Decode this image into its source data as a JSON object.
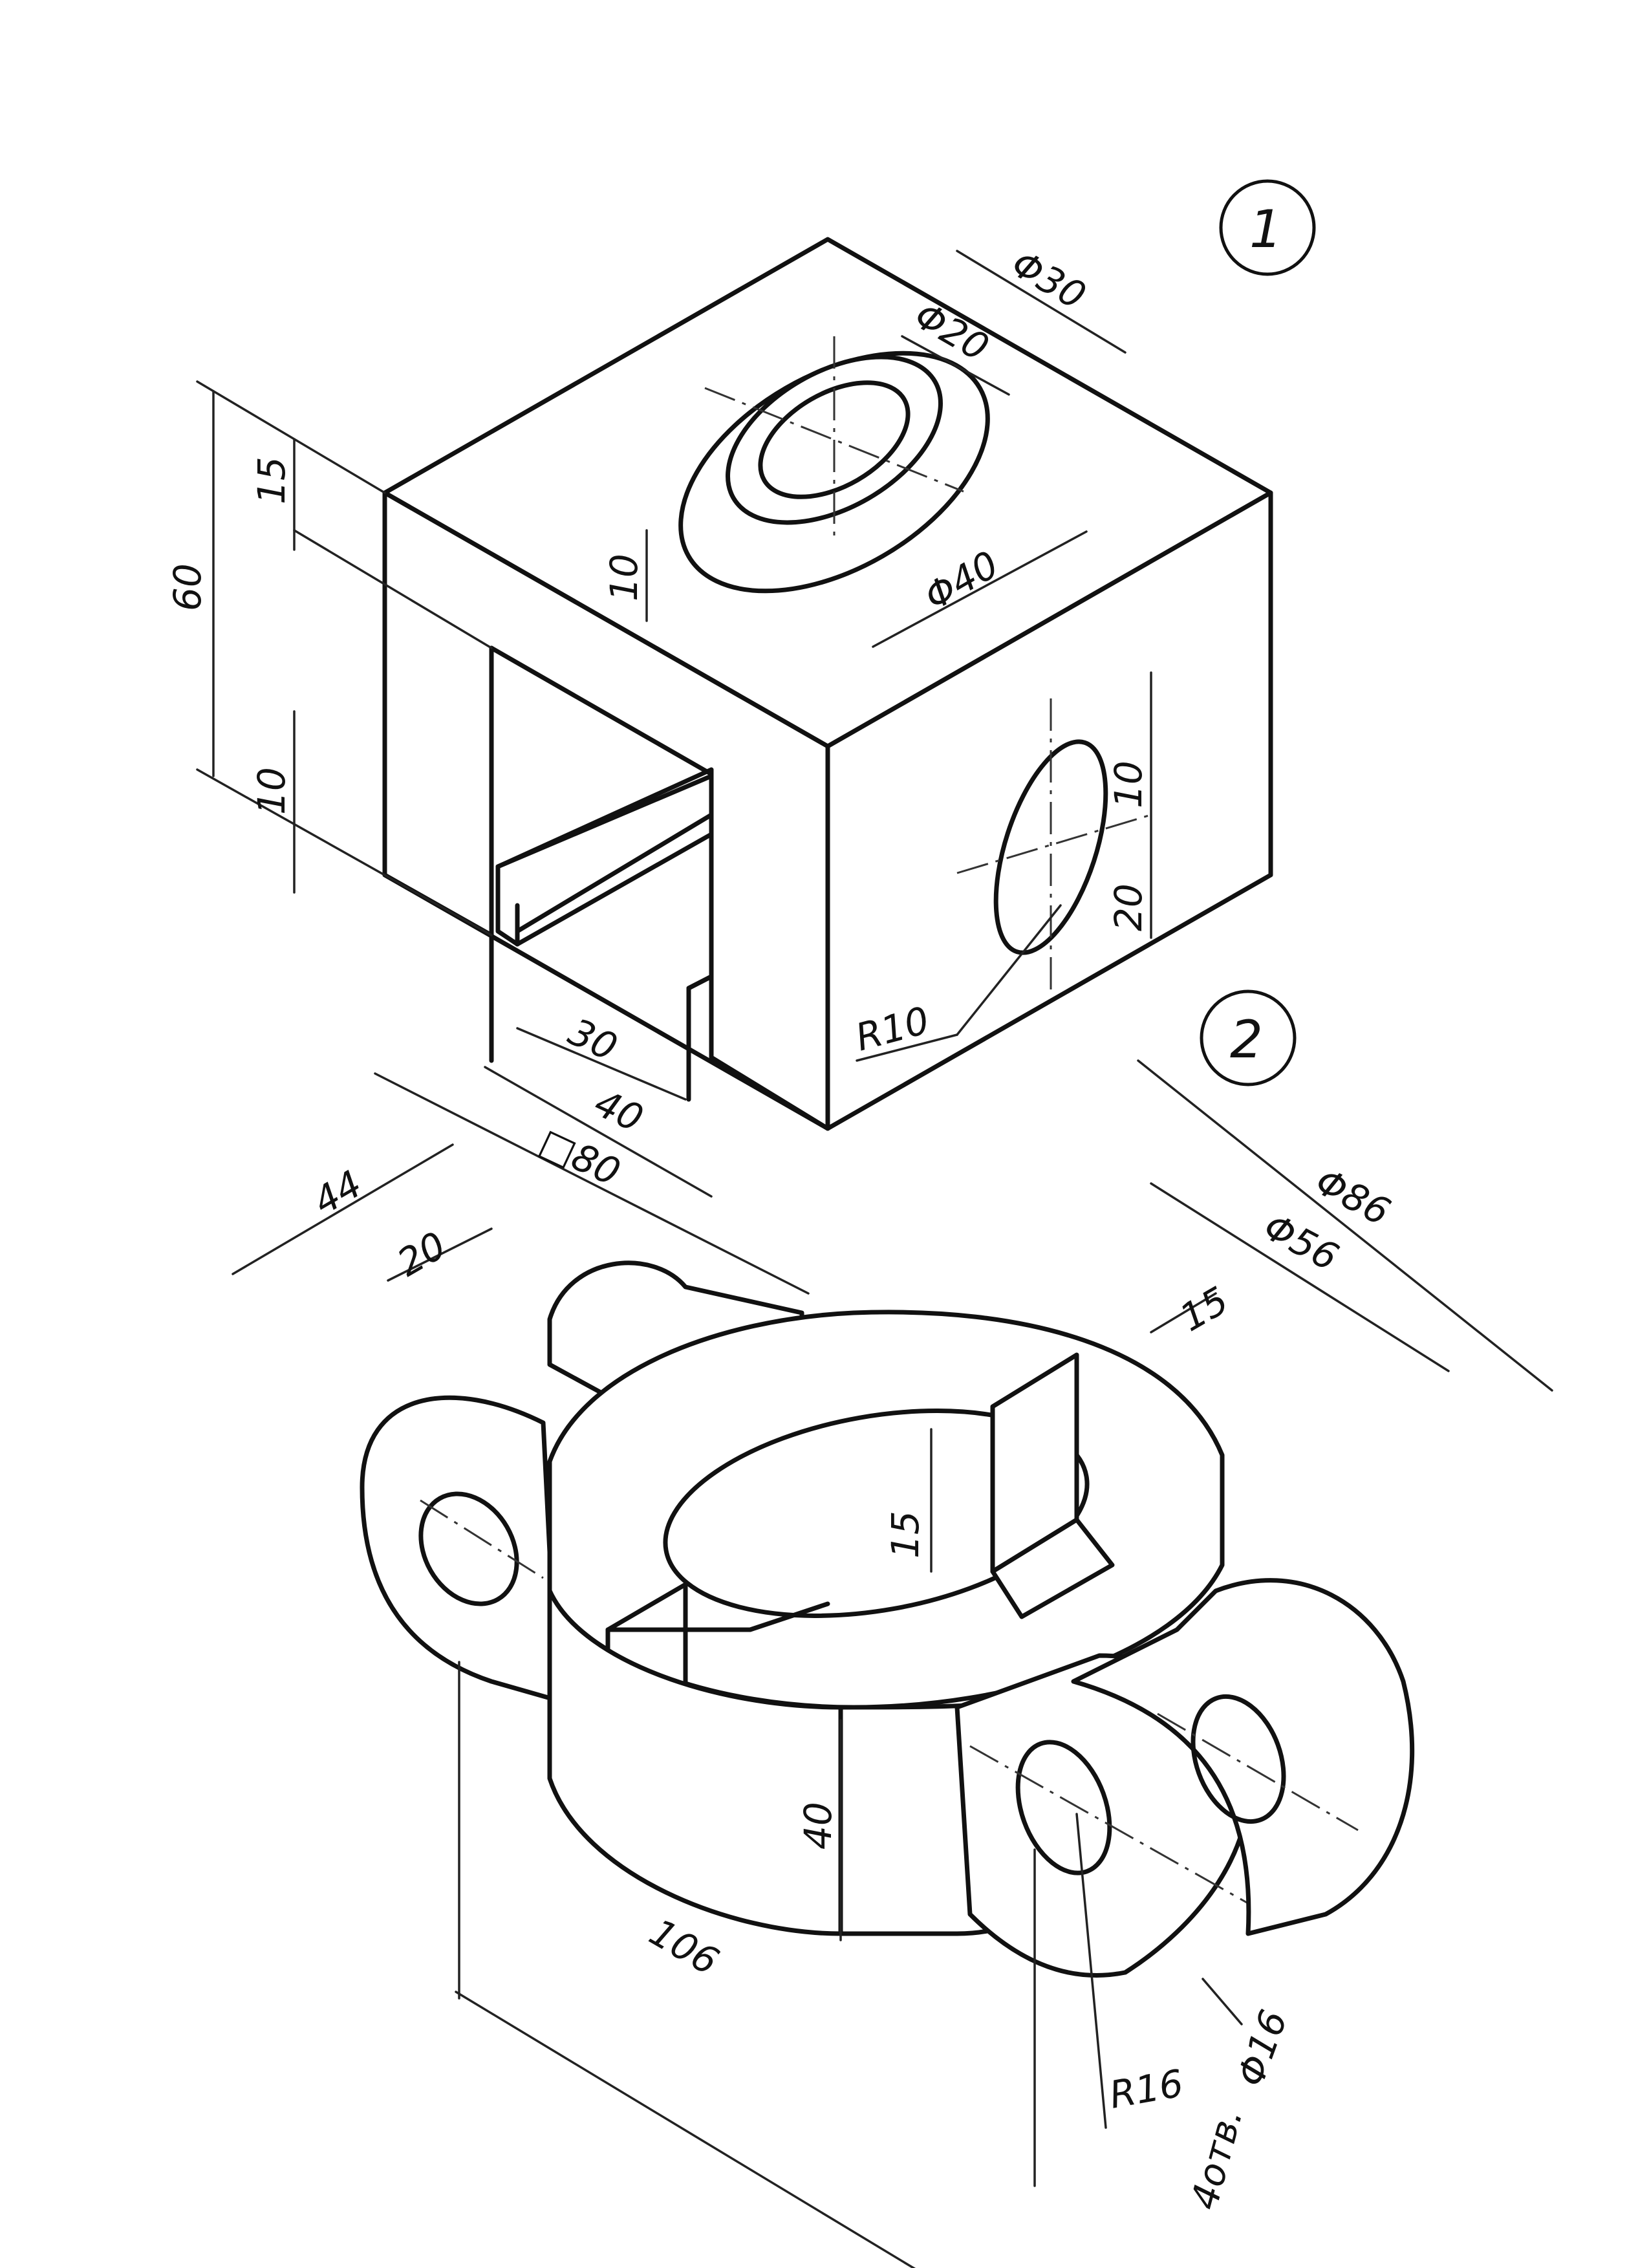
{
  "parts": {
    "part1": "1",
    "part2": "2"
  },
  "part1_dims": {
    "bore_outer": "Φ30",
    "bore_inner": "Φ20",
    "boss": "Φ40",
    "boss_height": "10",
    "height": "60",
    "top_offset": "15",
    "rib": "10",
    "slot_depth": "30",
    "slot_width": "40",
    "square": "□80",
    "slot_h1": "10",
    "slot_h2": "20",
    "radius": "R10"
  },
  "part2_dims": {
    "width": "44",
    "lug_gap": "20",
    "outer_dia": "Φ86",
    "inner_dia": "Φ56",
    "key_w": "15",
    "key_h": "15",
    "height": "40",
    "length": "106",
    "hole_dia": "Φ16",
    "radius": "R16",
    "count": "4отв."
  },
  "colors": {
    "ink": "#111111",
    "paper": "#ffffff"
  }
}
